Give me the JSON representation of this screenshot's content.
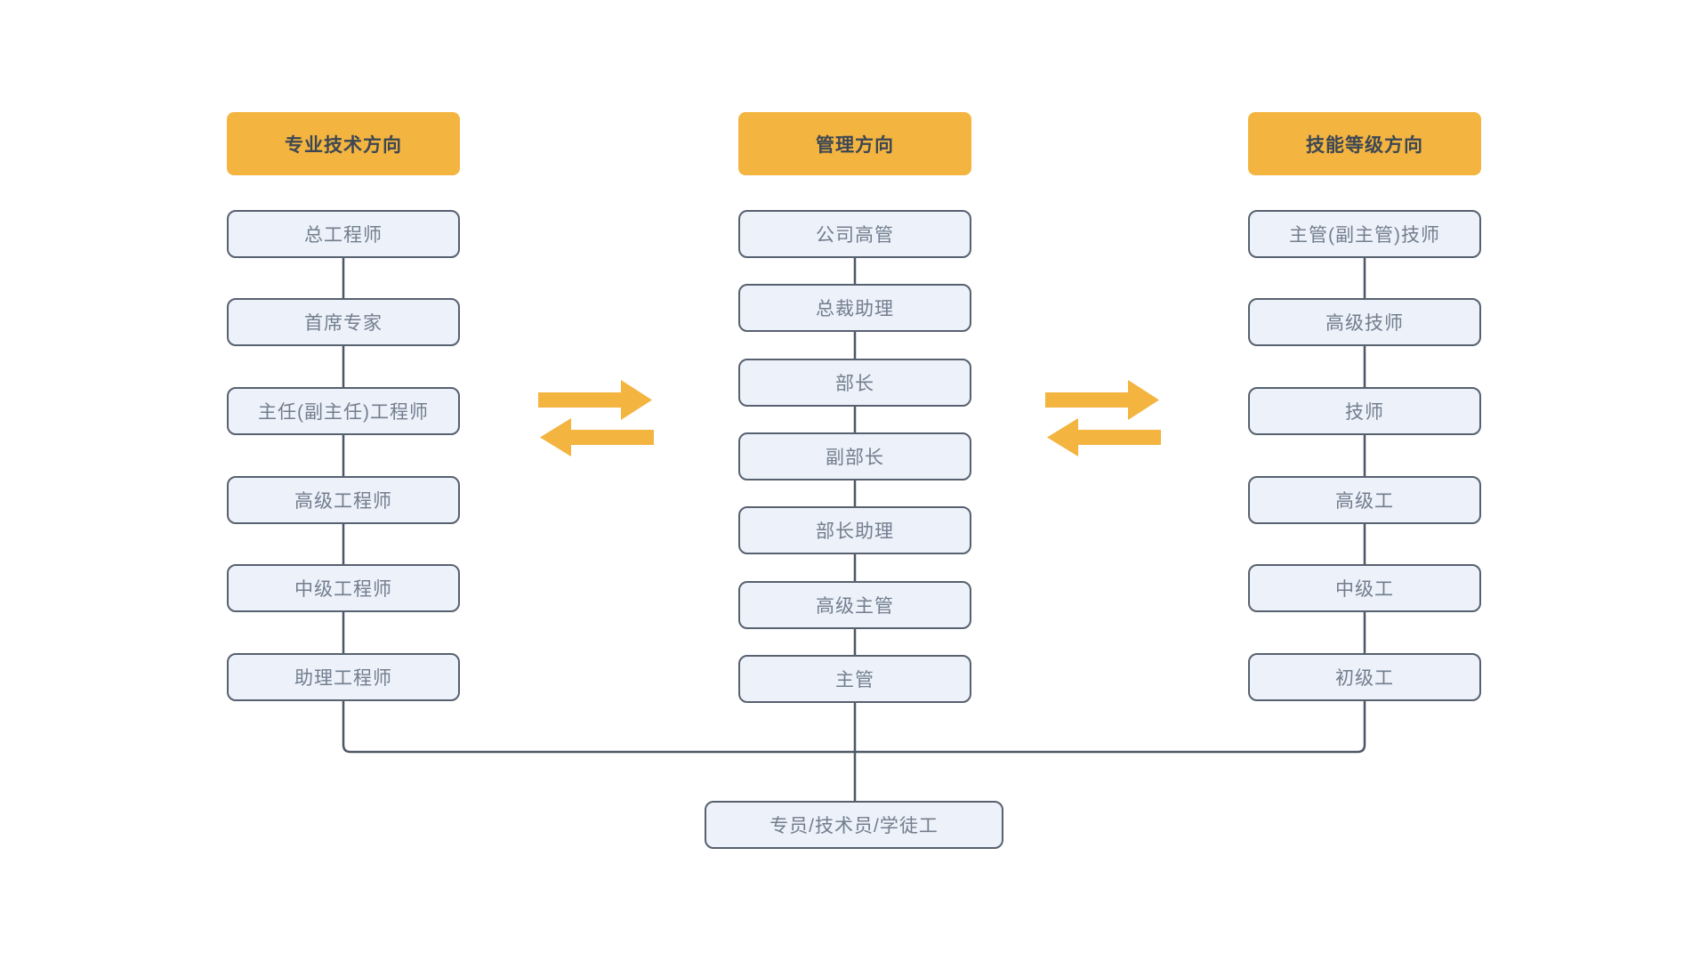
{
  "diagram": {
    "columns": [
      {
        "header": "专业技术方向",
        "items": [
          "总工程师",
          "首席专家",
          "主任(副主任)工程师",
          "高级工程师",
          "中级工程师",
          "助理工程师"
        ]
      },
      {
        "header": "管理方向",
        "items": [
          "公司高管",
          "总裁助理",
          "部长",
          "副部长",
          "部长助理",
          "高级主管",
          "主管"
        ]
      },
      {
        "header": "技能等级方向",
        "items": [
          "主管(副主管)技师",
          "高级技师",
          "技师",
          "高级工",
          "中级工",
          "初级工"
        ]
      }
    ],
    "base": {
      "label": "专员/技术员/学徒工"
    },
    "colors": {
      "header_bg": "#F3B440",
      "box_bg": "#EDF1F9",
      "box_border": "#57616F",
      "box_text": "#727E8E",
      "header_text": "#3D4753",
      "connector_line": "#4D5765",
      "arrow": "#F3B440"
    }
  }
}
